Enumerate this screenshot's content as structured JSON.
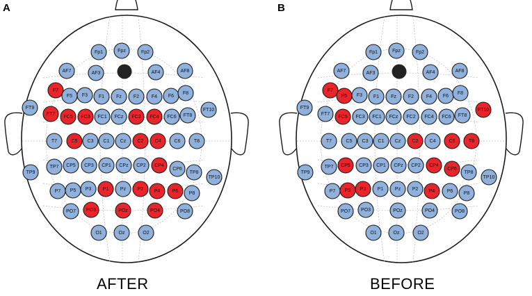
{
  "panels": [
    {
      "letter": "A",
      "caption": "AFTER",
      "highlighted": [
        "F7",
        "FT7",
        "FC5",
        "FC3",
        "FC2",
        "FC4",
        "C5",
        "C2",
        "C4",
        "CP4",
        "P1",
        "P2",
        "P4",
        "P6",
        "PO3",
        "POz",
        "PO4"
      ]
    },
    {
      "letter": "B",
      "caption": "BEFORE",
      "highlighted": [
        "F7",
        "F5",
        "FT10",
        "FC5",
        "C2",
        "C6",
        "T8",
        "CP5",
        "CP4",
        "CP6",
        "P5",
        "P3",
        "P4"
      ]
    }
  ],
  "electrodes": [
    {
      "label": "Fp1"
    },
    {
      "label": "Fpz"
    },
    {
      "label": "Fp2"
    },
    {
      "label": "AF7"
    },
    {
      "label": "AF3"
    },
    {
      "label": "AF4"
    },
    {
      "label": "AF8"
    },
    {
      "label": "F7"
    },
    {
      "label": "F5"
    },
    {
      "label": "F3"
    },
    {
      "label": "F1"
    },
    {
      "label": "Fz"
    },
    {
      "label": "F2"
    },
    {
      "label": "F4"
    },
    {
      "label": "F6"
    },
    {
      "label": "F8"
    },
    {
      "label": "FT9"
    },
    {
      "label": "FT7"
    },
    {
      "label": "FC5"
    },
    {
      "label": "FC3"
    },
    {
      "label": "FC1"
    },
    {
      "label": "FCz"
    },
    {
      "label": "FC2"
    },
    {
      "label": "FC4"
    },
    {
      "label": "FC6"
    },
    {
      "label": "FT8"
    },
    {
      "label": "FT10"
    },
    {
      "label": "T7"
    },
    {
      "label": "C5"
    },
    {
      "label": "C3"
    },
    {
      "label": "C1"
    },
    {
      "label": "Cz"
    },
    {
      "label": "C2"
    },
    {
      "label": "C4"
    },
    {
      "label": "C6"
    },
    {
      "label": "T8"
    },
    {
      "label": "TP9"
    },
    {
      "label": "TP7"
    },
    {
      "label": "CP5"
    },
    {
      "label": "CP3"
    },
    {
      "label": "CP1"
    },
    {
      "label": "CPz"
    },
    {
      "label": "CP2"
    },
    {
      "label": "CP4"
    },
    {
      "label": "CP6"
    },
    {
      "label": "TP8"
    },
    {
      "label": "TP10"
    },
    {
      "label": "P7"
    },
    {
      "label": "P5"
    },
    {
      "label": "P3"
    },
    {
      "label": "P1"
    },
    {
      "label": "Pz"
    },
    {
      "label": "P2"
    },
    {
      "label": "P4"
    },
    {
      "label": "P6"
    },
    {
      "label": "P8"
    },
    {
      "label": "PO7"
    },
    {
      "label": "PO3"
    },
    {
      "label": "POz"
    },
    {
      "label": "PO4"
    },
    {
      "label": "PO8"
    },
    {
      "label": "O1"
    },
    {
      "label": "Oz"
    },
    {
      "label": "O2"
    }
  ],
  "colors": {
    "normal": "#8fb1dc",
    "highlighted": "#e8252a",
    "ground": "#222222",
    "outline": "#1a1a1a",
    "grid": "#b8b8b8"
  }
}
